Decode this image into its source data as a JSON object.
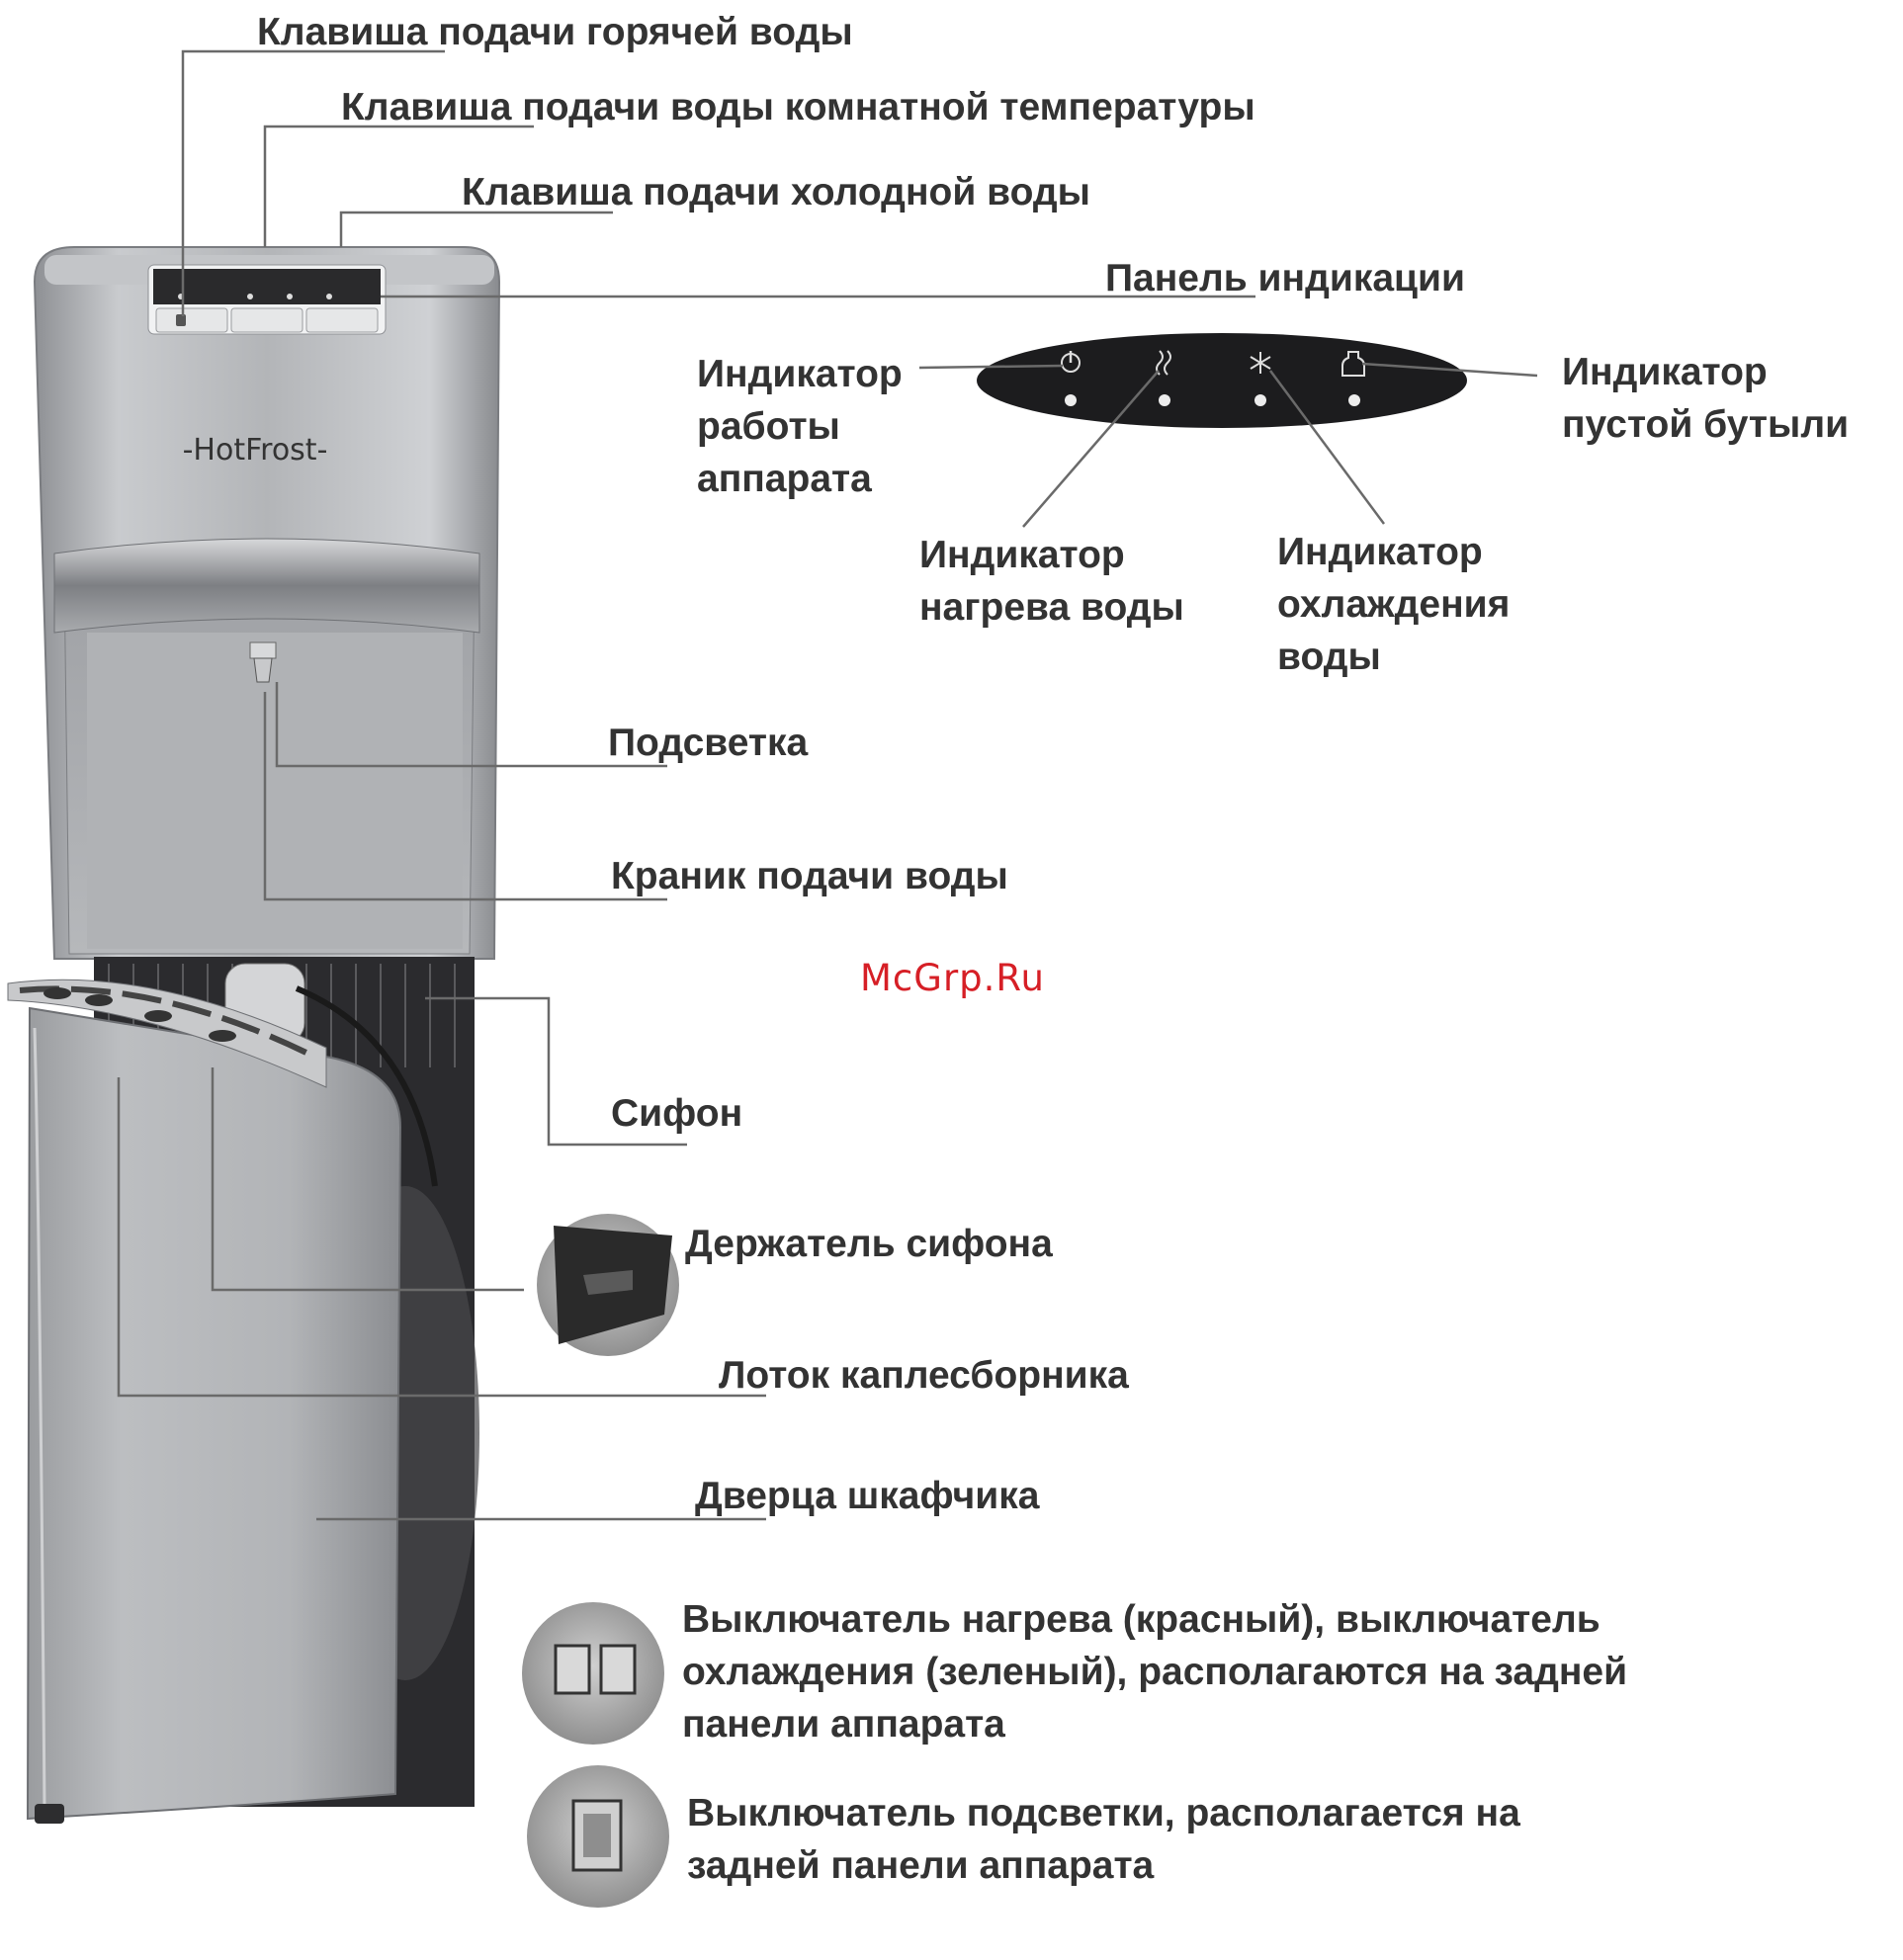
{
  "labels": {
    "hot_key": "Клавиша подачи горячей воды",
    "room_key": "Клавиша подачи воды комнатной температуры",
    "cold_key": "Клавиша подачи холодной воды",
    "indicator_panel": "Панель индикации",
    "power_indicator": "Индикатор\nработы\nаппарата",
    "empty_bottle_indicator": "Индикатор\nпустой бутыли",
    "heating_indicator": "Индикатор\nнагрева воды",
    "cooling_indicator": "Индикатор\nохлаждения\nводы",
    "backlight": "Подсветка",
    "tap": "Краник подачи воды",
    "siphon": "Сифон",
    "siphon_holder": "Держатель сифона",
    "drip_tray": "Лоток каплесборника",
    "cabinet_door": "Дверца шкафчика",
    "heat_cool_switch": "Выключатель нагрева (красный), выключатель\nохлаждения (зеленый), располагаются на задней\nпанели аппарата",
    "backlight_switch": "Выключатель подсветки, располагается на\nзадней панели аппарата"
  },
  "brand": "HotFrost",
  "watermark": "McGrp.Ru",
  "icons": {
    "power": "power-icon",
    "heating": "heat-wave-icon",
    "cooling": "snowflake-icon",
    "empty_bottle": "bottle-icon"
  },
  "colors": {
    "text": "#333333",
    "leader": "#6a6a6a",
    "body_silver": "#b4b6b9",
    "panel_dark": "#1c1c1e",
    "watermark": "#d61f26"
  }
}
